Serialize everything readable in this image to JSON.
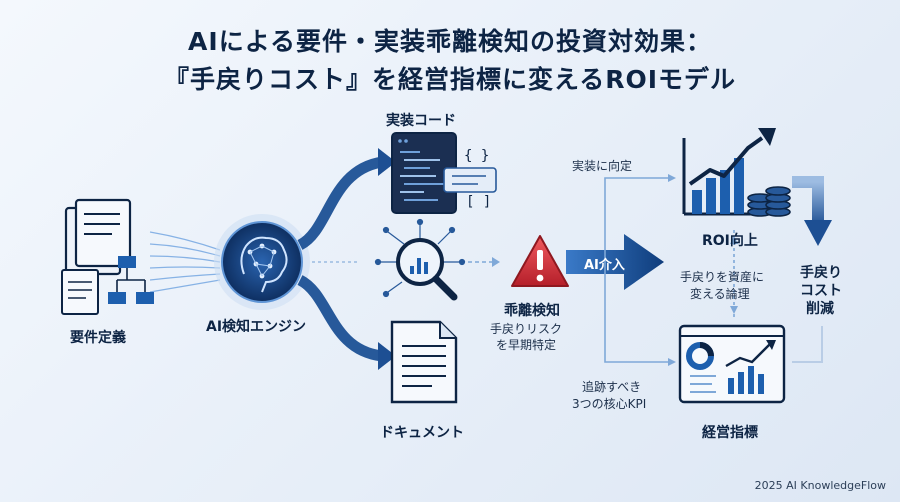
{
  "title": {
    "line1": "AIによる要件・実装乖離検知の投資対効果：",
    "line2": "『手戻りコスト』を経営指標に変えるROIモデル"
  },
  "nodes": {
    "requirements": "要件定義",
    "ai_engine": "AI検知エンジン",
    "code": "実装コード",
    "code_brace_open": "{ }",
    "code_bracket": "[ ]",
    "document": "ドキュメント",
    "detection_title": "乖離検知",
    "detection_sub1": "手戻りリスク",
    "detection_sub2": "を早期特定",
    "ai_intervention": "AI介入",
    "roi_up": "ROI向上",
    "kpi": "経営指標",
    "cost_reduction_1": "手戻り",
    "cost_reduction_2": "コスト",
    "cost_reduction_3": "削減"
  },
  "edges": {
    "to_implementation": "実装に向定",
    "asset_logic_1": "手戻りを資産に",
    "asset_logic_2": "変える論理",
    "kpi_track_1": "追跡すべき",
    "kpi_track_2": "3つの核心KPI"
  },
  "footer": "2025 AI KnowledgeFlow",
  "colors": {
    "navy": "#0d2444",
    "blue": "#1d5fae",
    "arrow": "#27599a",
    "alert": "#d8343a"
  }
}
